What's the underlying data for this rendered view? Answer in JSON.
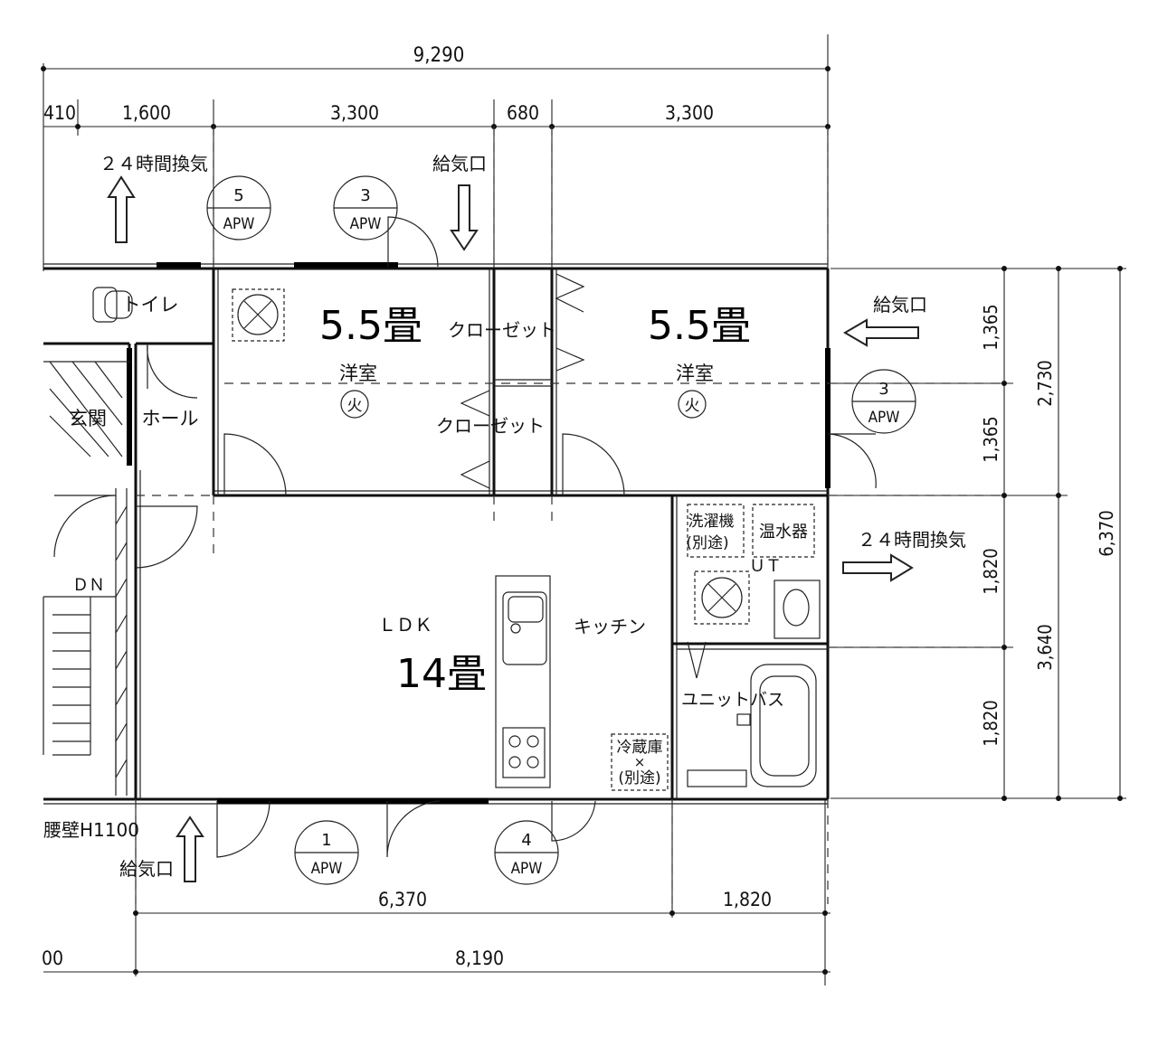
{
  "dims": {
    "total_top": "9,290",
    "top_segments": [
      "410",
      "1,600",
      "3,300",
      "680",
      "3,300"
    ],
    "right_inner": [
      "1,365",
      "1,365",
      "1,820",
      "1,820"
    ],
    "right_mid": [
      "2,730",
      "3,640"
    ],
    "right_total": "6,370",
    "bottom_segments": [
      "6,370",
      "1,820"
    ],
    "bottom_total": "8,190",
    "bottom_left_partial": "00"
  },
  "rooms": {
    "room1_size": "5.5畳",
    "room2_size": "5.5畳",
    "room1_name": "洋室",
    "room2_name": "洋室",
    "fire_mark": "火",
    "closet_1": "クローゼット",
    "closet_2": "クローゼット",
    "ldk_name": "ＬＤＫ",
    "ldk_size": "14畳",
    "kitchen": "キッチン",
    "toilet": "トイレ",
    "entrance": "玄関",
    "hall": "ホール",
    "dn": "ＤＮ",
    "washer": "洗濯機",
    "washer_note": "(別途)",
    "water_heater": "温水器",
    "ut": "ＵＴ",
    "unit_bath": "ユニットバス",
    "fridge": "冷蔵庫",
    "fridge_x": "×",
    "fridge_note": "(別途)",
    "parapet": "腰壁H1100"
  },
  "labels": {
    "ventilation_24h": "２４時間換気",
    "air_intake": "給気口"
  },
  "windows": [
    {
      "num": "5",
      "type": "APW"
    },
    {
      "num": "3",
      "type": "APW"
    },
    {
      "num": "3",
      "type": "APW"
    },
    {
      "num": "1",
      "type": "APW"
    },
    {
      "num": "4",
      "type": "APW"
    }
  ]
}
